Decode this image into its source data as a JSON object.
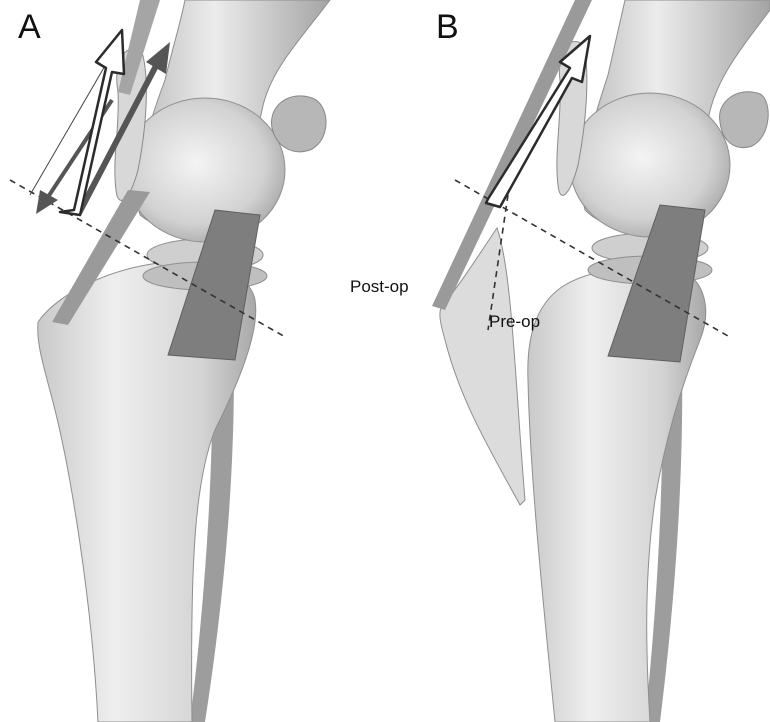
{
  "figure": {
    "panels": [
      {
        "letter": "A",
        "description": "Pre-operative stifle joint with quadriceps force and patellar tendon direction arrows"
      },
      {
        "letter": "B",
        "description": "Post-operative stifle joint after tibial tuberosity advancement"
      }
    ],
    "callouts": {
      "post_op": "Post-op",
      "pre_op": "Pre-op"
    },
    "colors": {
      "bone_light": "#e6e6e6",
      "bone_mid": "#c4c4c4",
      "bone_dark": "#9a9a9a",
      "ligament": "#7d7d7d",
      "arrow_fill": "#ffffff",
      "arrow_stroke": "#2b2b2b",
      "arrow_dark": "#555555"
    }
  }
}
